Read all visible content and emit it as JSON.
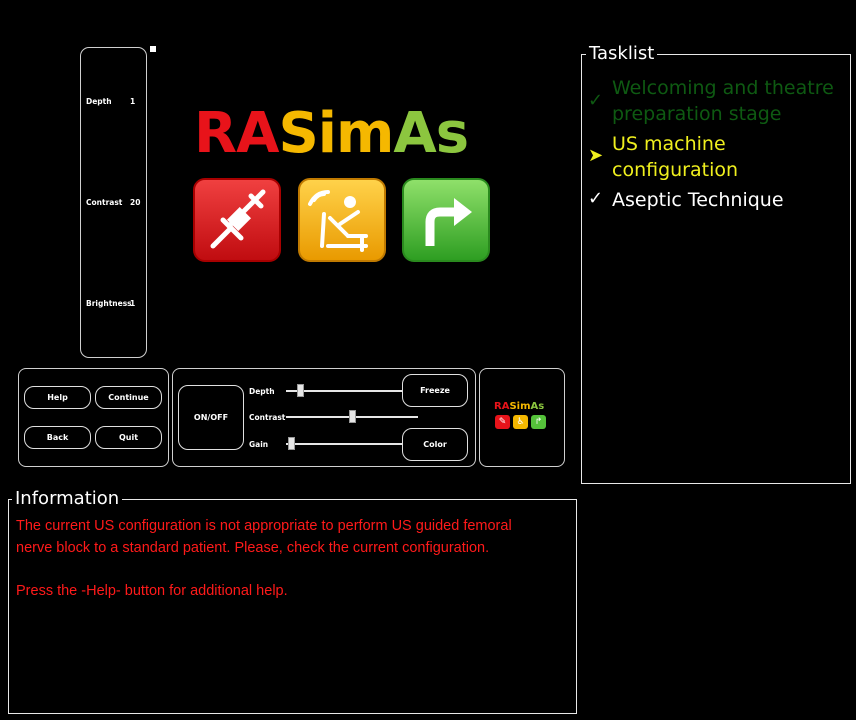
{
  "settings_panel": {
    "depth_label": "Depth",
    "depth_value": "1",
    "contrast_label": "Contrast",
    "contrast_value": "20",
    "brightness_label": "Brightness",
    "brightness_value": "1"
  },
  "logo": {
    "part1": "RA",
    "part2": "Sim",
    "part3": "As",
    "colors": {
      "red": "#e8131a",
      "yellow": "#f5b800",
      "green": "#8cc63f"
    },
    "tiles": [
      {
        "icon": "syringe-icon",
        "color": "#e8131a"
      },
      {
        "icon": "patient-chair-icon",
        "color": "#f5b800"
      },
      {
        "icon": "turn-right-arrow-icon",
        "color": "#55c23a"
      }
    ]
  },
  "nav_buttons": {
    "help": "Help",
    "continue": "Continue",
    "back": "Back",
    "quit": "Quit"
  },
  "us_controls": {
    "onoff": "ON/OFF",
    "depth_label": "Depth",
    "contrast_label": "Contrast",
    "gain_label": "Gain",
    "depth_level": 0.1,
    "contrast_level": 0.5,
    "gain_level": 0.02,
    "freeze": "Freeze",
    "color": "Color"
  },
  "tasklist": {
    "title": "Tasklist",
    "items": [
      {
        "text": "Welcoming and theatre preparation stage",
        "status": "done",
        "color": "#0e5a12"
      },
      {
        "text": "US machine configuration",
        "status": "current",
        "color": "#f0f01e"
      },
      {
        "text": "Aseptic Technique",
        "status": "done",
        "color": "#ffffff"
      }
    ]
  },
  "information": {
    "title": "Information",
    "message": "The current US configuration is not appropriate to perform US guided femoral\nnerve block to a standard patient. Please, check the current configuration.",
    "help_hint": "Press the -Help- button for additional help.",
    "text_color": "#ff1a1a"
  }
}
